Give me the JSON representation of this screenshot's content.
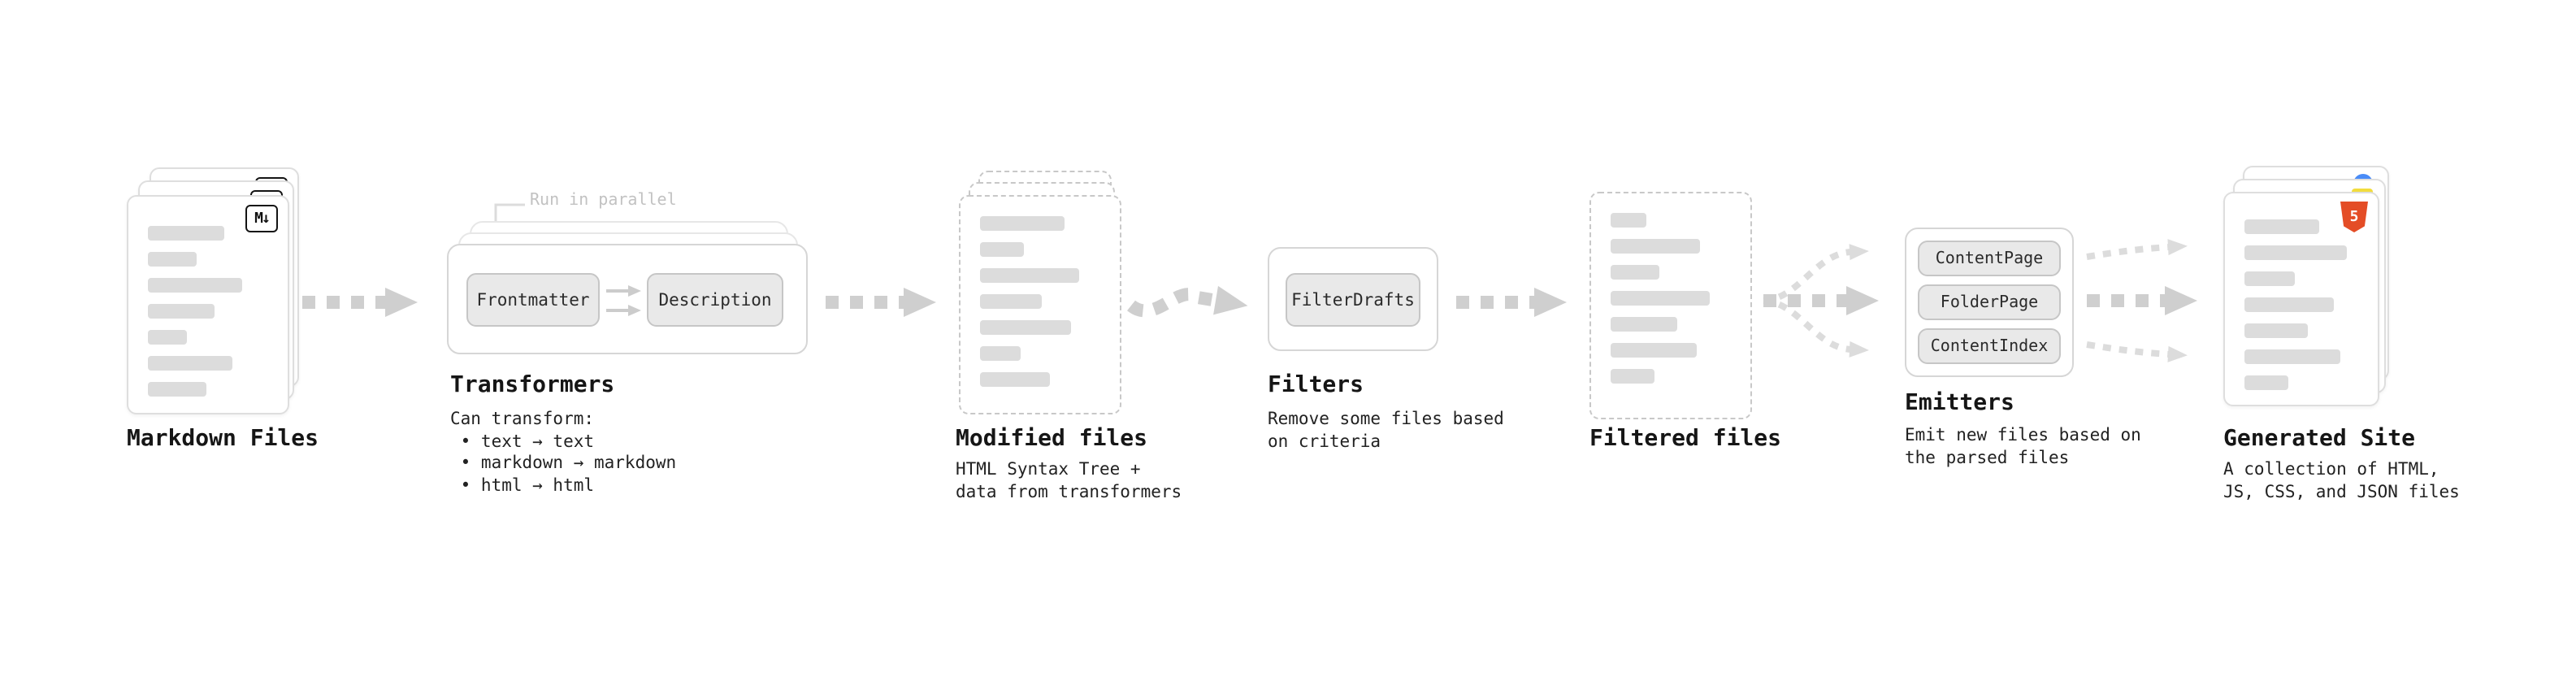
{
  "diagram": {
    "markdown_files": {
      "title": "Markdown Files",
      "badge": "M↓"
    },
    "transformers": {
      "title": "Transformers",
      "parallel_label": "Run in parallel",
      "step1": "Frontmatter",
      "step2": "Description",
      "desc": [
        "Can transform:",
        " • text → text",
        " • markdown → markdown",
        " • html → html"
      ]
    },
    "modified_files": {
      "title": "Modified files",
      "desc": [
        "HTML Syntax Tree +",
        "data from transformers"
      ]
    },
    "filters": {
      "title": "Filters",
      "step1": "FilterDrafts",
      "desc": [
        "Remove some files based",
        "on criteria"
      ]
    },
    "filtered_files": {
      "title": "Filtered files"
    },
    "emitters": {
      "title": "Emitters",
      "step1": "ContentPage",
      "step2": "FolderPage",
      "step3": "ContentIndex",
      "desc": [
        "Emit new files based on",
        "the parsed files"
      ]
    },
    "generated_site": {
      "title": "Generated Site",
      "html5_badge": "5",
      "desc": [
        "A collection of HTML,",
        "JS, CSS, and JSON files"
      ]
    },
    "colors": {
      "arrow_main": "#cfcfcf",
      "arrow_light": "#dcdcdc",
      "text": "#1a1a1a",
      "muted_label": "#c2c2c2",
      "bar_gray": "#dcdcdc",
      "button_bg": "#e9e9e9",
      "button_border": "#c6c6c6",
      "card_border": "#dedede",
      "dashed_border": "#c8c8c8",
      "html5_orange": "#e44d26",
      "js_yellow": "#f2dc3d",
      "blue_dot": "#4a8cf7"
    }
  }
}
